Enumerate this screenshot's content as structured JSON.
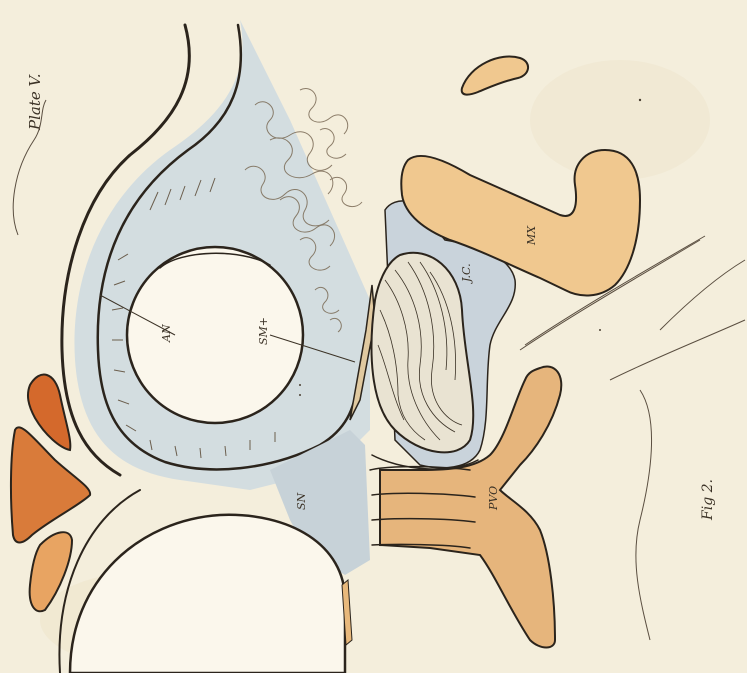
{
  "plate_heading": "Plate V.",
  "figure_label": "Fig 2.",
  "labels": {
    "an": "AN",
    "sm": "SM+",
    "jc": "J.C.",
    "mx": "MX",
    "pvo": "PVO",
    "sn": "SN"
  },
  "colors": {
    "paper": "#f4eedc",
    "ink": "#2b241c",
    "blue_grey": "#cfd8dc",
    "tan": "#e8b97c",
    "tan_light": "#f1cc95",
    "rust": "#d66b2a"
  }
}
